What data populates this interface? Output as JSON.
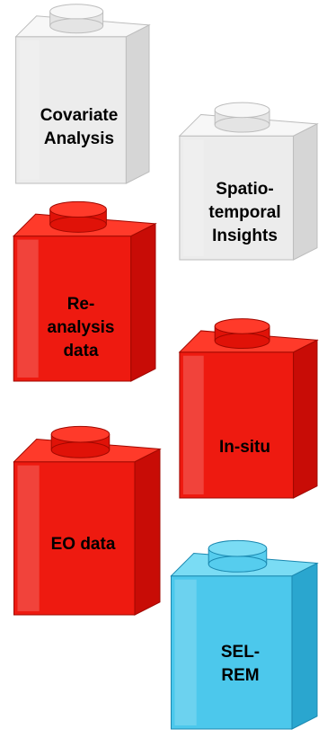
{
  "bricks": [
    {
      "id": "covariate-analysis",
      "lines": [
        "Covariate",
        "Analysis"
      ],
      "color": "clear"
    },
    {
      "id": "spatiotemporal-insights",
      "lines": [
        "Spatio-",
        "temporal",
        "Insights"
      ],
      "color": "clear"
    },
    {
      "id": "reanalysis-data",
      "lines": [
        "Re-",
        "analysis",
        "data"
      ],
      "color": "red"
    },
    {
      "id": "in-situ",
      "lines": [
        "In-situ"
      ],
      "color": "red"
    },
    {
      "id": "eo-data",
      "lines": [
        "EO data"
      ],
      "color": "red"
    },
    {
      "id": "sel-rem",
      "lines": [
        "SEL-",
        "REM"
      ],
      "color": "blue"
    }
  ],
  "colors": {
    "clear": {
      "front": "#ececec",
      "side": "#d6d6d6",
      "top": "#f7f7f7",
      "edge": "#bdbdbd",
      "stud": "#e4e4e4"
    },
    "red": {
      "front": "#ee1a10",
      "side": "#c80c06",
      "top": "#ff3a2a",
      "edge": "#a00800",
      "stud": "#e01208"
    },
    "blue": {
      "front": "#4cc8ec",
      "side": "#2aa6cf",
      "top": "#7adcf4",
      "edge": "#1a88b0",
      "stud": "#56cdee"
    }
  }
}
